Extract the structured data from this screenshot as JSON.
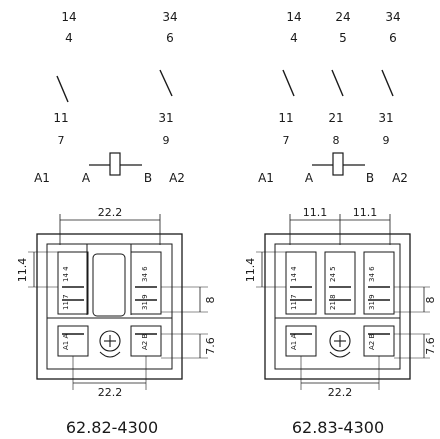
{
  "left": {
    "title": "62.82-4300",
    "contacts": [
      {
        "top": "14",
        "mid": "4",
        "bot": "11",
        "low": "7"
      },
      {
        "top": "34",
        "mid": "6",
        "bot": "31",
        "low": "9"
      }
    ],
    "coil": {
      "a1": "A1",
      "a": "A",
      "b": "B",
      "a2": "A2"
    },
    "dims": {
      "top_width": "22.2",
      "bottom_width": "22.2",
      "left_height": "11.4",
      "right_mid": "8",
      "right_low": "7.6"
    },
    "pins": {
      "p1": "14 4",
      "p2": "34 6",
      "p3": "11 7",
      "p4": "31 9",
      "p5": "A1 A",
      "p6": "A2 B"
    }
  },
  "right": {
    "title": "62.83-4300",
    "contacts": [
      {
        "top": "14",
        "mid": "4",
        "bot": "11",
        "low": "7"
      },
      {
        "top": "24",
        "mid": "5",
        "bot": "21",
        "low": "8"
      },
      {
        "top": "34",
        "mid": "6",
        "bot": "31",
        "low": "9"
      }
    ],
    "coil": {
      "a1": "A1",
      "a": "A",
      "b": "B",
      "a2": "A2"
    },
    "dims": {
      "top_left": "11.1",
      "top_right": "11.1",
      "bottom_width": "22.2",
      "left_height": "11.4",
      "right_mid": "8",
      "right_low": "7.6"
    },
    "pins": {
      "p1": "14 4",
      "p2": "24 5",
      "p3": "34 6",
      "p4": "11 7",
      "p5": "21 8",
      "p6": "31 9",
      "p7": "A1 A",
      "p8": "A2 B"
    }
  }
}
